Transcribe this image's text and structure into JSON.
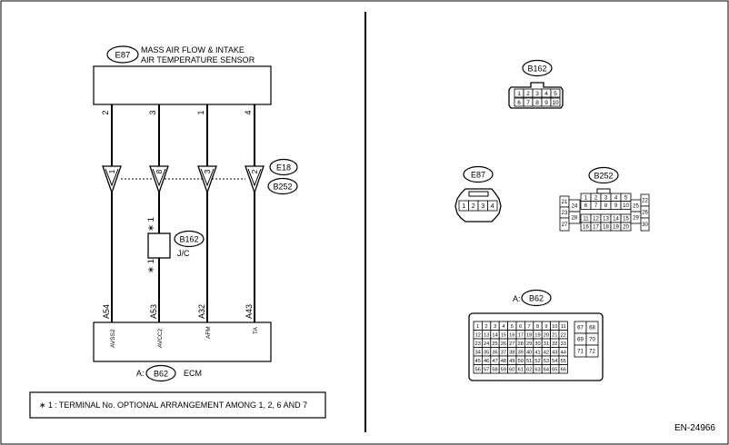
{
  "left": {
    "sensor": {
      "connector": "E87",
      "title_line1": "MASS AIR FLOW & INTAKE",
      "title_line2": "AIR TEMPERATURE SENSOR",
      "pins": [
        "2",
        "3",
        "1",
        "4"
      ]
    },
    "joint": {
      "connector_top": "E18",
      "connector_bottom": "B252",
      "pins": [
        "1",
        "8",
        "3",
        "2"
      ]
    },
    "jc": {
      "connector": "B162",
      "label": "J/C",
      "mark_top": "∗ 1",
      "mark_bottom": "∗ 1"
    },
    "ecm": {
      "terminals": [
        "A54",
        "A53",
        "A32",
        "A43"
      ],
      "signals": [
        "AVSS2",
        "AVCC2",
        "AFM",
        "TA"
      ],
      "prefix": "A:",
      "connector": "B62",
      "name": "ECM"
    },
    "note": {
      "mark": "∗ 1",
      "text": ": TERMINAL No. OPTIONAL ARRANGEMENT AMONG 1, 2, 6 AND 7"
    }
  },
  "right": {
    "b162": {
      "label": "B162",
      "row1": [
        "1",
        "2",
        "3",
        "4",
        "5"
      ],
      "row2": [
        "6",
        "7",
        "8",
        "9",
        "10"
      ]
    },
    "e87": {
      "label": "E87",
      "pins": [
        "1",
        "2",
        "3",
        "4"
      ]
    },
    "b252": {
      "label": "B252",
      "top_row1": [
        "1",
        "2",
        "3",
        "4",
        "5"
      ],
      "top_row2": [
        "6",
        "7",
        "8",
        "9",
        "10"
      ],
      "bottom_row1": [
        "11",
        "12",
        "13",
        "14",
        "15"
      ],
      "bottom_row2": [
        "16",
        "17",
        "18",
        "19",
        "20"
      ],
      "left_col": [
        "21",
        "23",
        "27"
      ],
      "left_inner": [
        "24",
        "28"
      ],
      "right_inner": [
        "25",
        "29"
      ],
      "right_col": [
        "22",
        "26",
        "30"
      ]
    },
    "b62": {
      "prefix": "A:",
      "label": "B62",
      "main_rows": [
        [
          "1",
          "2",
          "3",
          "4",
          "5",
          "6",
          "7",
          "8",
          "9",
          "10",
          "11"
        ],
        [
          "12",
          "13",
          "14",
          "15",
          "16",
          "17",
          "18",
          "19",
          "20",
          "21",
          "22"
        ],
        [
          "23",
          "24",
          "25",
          "26",
          "27",
          "28",
          "29",
          "30",
          "31",
          "32",
          "33"
        ],
        [
          "34",
          "35",
          "36",
          "37",
          "38",
          "39",
          "40",
          "41",
          "42",
          "43",
          "44"
        ],
        [
          "45",
          "46",
          "47",
          "48",
          "49",
          "50",
          "51",
          "52",
          "53",
          "54",
          "55"
        ],
        [
          "56",
          "57",
          "58",
          "59",
          "60",
          "61",
          "62",
          "63",
          "64",
          "65",
          "66"
        ]
      ],
      "side_rows": [
        [
          "67",
          "68"
        ],
        [
          "69",
          "70"
        ],
        [
          "71",
          "72"
        ]
      ]
    }
  },
  "figure_id": "EN-24966"
}
